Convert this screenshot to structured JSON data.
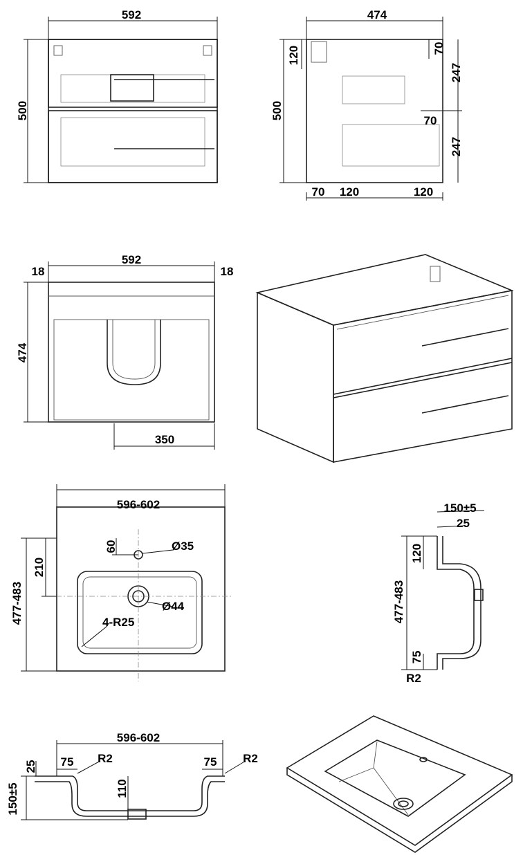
{
  "front_view": {
    "width": "592",
    "height": "500"
  },
  "side_view": {
    "depth": "474",
    "height": "500",
    "top_offset": "120",
    "top_right": "70",
    "upper": "247",
    "mid": "70",
    "lower": "247",
    "bottom_left": "70",
    "bottom_a": "120",
    "bottom_b": "120"
  },
  "top_view": {
    "width": "592",
    "left_panel": "18",
    "right_panel": "18",
    "depth": "474",
    "cutout": "350"
  },
  "basin_plan": {
    "width": "596-602",
    "tap_offset": "60",
    "tap_hole": "Ø35",
    "drain_offset": "210",
    "depth": "477-483",
    "drain": "Ø44",
    "corner_radius": "4-R25"
  },
  "basin_side": {
    "height": "150±5",
    "rim": "25",
    "top": "120",
    "depth": "477-483",
    "bottom": "75",
    "radius": "R2"
  },
  "basin_front": {
    "width": "596-602",
    "left_rim": "75",
    "left_radius": "R2",
    "right_rim": "75",
    "right_radius": "R2",
    "thickness": "25",
    "height": "150±5",
    "bowl": "110"
  }
}
